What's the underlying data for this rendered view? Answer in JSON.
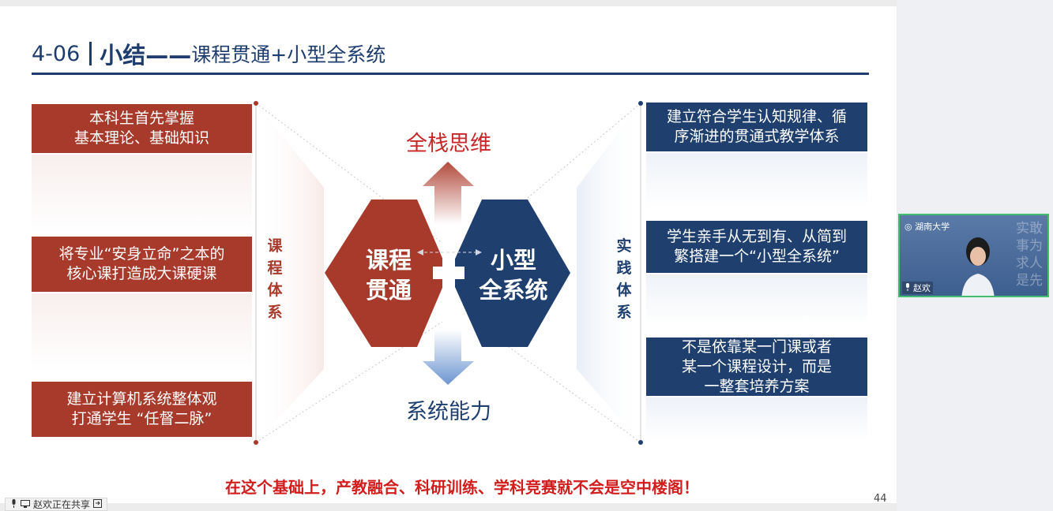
{
  "slide": {
    "title_number": "4-06",
    "title_bold": "小结——",
    "title_rest": "课程贯通+小型全系统",
    "left_boxes": [
      {
        "line1": "本科生首先掌握",
        "line2": "基本理论、基础知识"
      },
      {
        "line1": "将专业“安身立命”之本的",
        "line2": "核心课打造成大课硬课"
      },
      {
        "line1": "建立计算机系统整体观",
        "line2": "打通学生 “任督二脉”"
      }
    ],
    "left_label": [
      "课",
      "程",
      "体",
      "系"
    ],
    "right_boxes": [
      {
        "line1": "建立符合学生认知规律、循",
        "line2": "序渐进的贯通式教学体系"
      },
      {
        "line1": "学生亲手从无到有、从简到",
        "line2": "繁搭建一个“小型全系统”"
      },
      {
        "line1": "不是依靠某一门课或者",
        "line2": "某一个课程设计，而是",
        "line3": "一整套培养方案"
      }
    ],
    "right_label": [
      "实",
      "践",
      "体",
      "系"
    ],
    "top_word": "全栈思维",
    "bottom_word": "系统能力",
    "hex_left": {
      "line1": "课程",
      "line2": "贯通"
    },
    "hex_right": {
      "line1": "小型",
      "line2": "全系统"
    },
    "bottom_statement": "在这个基础上，产教融合、科研训练、学科竞赛就不会是空中楼阁！",
    "page_number": "44"
  },
  "meeting": {
    "share_status": "赵欢正在共享",
    "participant_name": "赵欢",
    "video_logo_text": "湖南大学",
    "video_motto": [
      "实",
      "事",
      "求",
      "是",
      "敢",
      "为",
      "人",
      "先"
    ]
  },
  "colors": {
    "red": "#a83a2c",
    "navy": "#1f3f6f",
    "title_blue": "#1e3d6e",
    "statement_red": "#d21d1d"
  }
}
